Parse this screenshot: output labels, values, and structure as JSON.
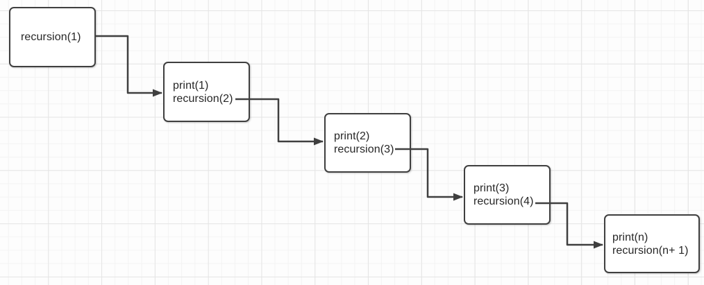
{
  "canvas": {
    "background_color": "#fdfdfd",
    "grid_minor_color": "#f3f3f3",
    "grid_major_color": "#e5e5e5"
  },
  "diagram": {
    "type": "flowchart",
    "topic": "recursion call sequence",
    "stroke_color": "#3f3f3f",
    "node_fill_color": "#ffffff",
    "text_color": "#262626",
    "nodes": [
      {
        "id": "node-1",
        "line1": "recursion(1)"
      },
      {
        "id": "node-2",
        "line1": "print(1)",
        "line2": "recursion(2)"
      },
      {
        "id": "node-3",
        "line1": "print(2)",
        "line2": "recursion(3)"
      },
      {
        "id": "node-4",
        "line1": "print(3)",
        "line2": "recursion(4)"
      },
      {
        "id": "node-5",
        "line1": "print(n)",
        "line2": "recursion(n+ 1)"
      }
    ],
    "edges": [
      {
        "from": "node-1",
        "to": "node-2",
        "style": "elbow-arrow"
      },
      {
        "from": "node-2",
        "to": "node-3",
        "style": "elbow-arrow"
      },
      {
        "from": "node-3",
        "to": "node-4",
        "style": "elbow-arrow"
      },
      {
        "from": "node-4",
        "to": "node-5",
        "style": "elbow-arrow"
      }
    ]
  }
}
